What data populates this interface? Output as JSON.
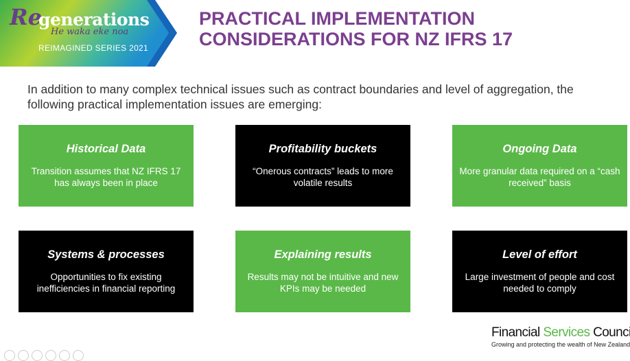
{
  "banner": {
    "logo_re": "Re",
    "logo_rest": "generations",
    "subtitle": "He waka eke noa",
    "series": "REIMAGINED SERIES 2021"
  },
  "title_line1": "PRACTICAL IMPLEMENTATION",
  "title_line2": "CONSIDERATIONS FOR NZ IFRS 17",
  "intro": "In addition to many complex technical issues such as contract boundaries and level of aggregation, the following practical implementation issues are emerging:",
  "cards": [
    {
      "title": "Historical Data",
      "text": "Transition assumes that NZ IFRS 17 has always been in place"
    },
    {
      "title": "Profitability buckets",
      "text": "“Onerous contracts” leads to more volatile results"
    },
    {
      "title": "Ongoing Data",
      "text": "More granular data required on a “cash received” basis"
    },
    {
      "title": "Systems & processes",
      "text": "Opportunities to fix existing inefficiencies in financial reporting"
    },
    {
      "title": "Explaining results",
      "text": "Results may not be intuitive and new KPIs may be needed"
    },
    {
      "title": "Level of effort",
      "text": "Large investment of people and cost needed to comply"
    }
  ],
  "footer": {
    "fsc_1": "Financial ",
    "fsc_2": "Services",
    "fsc_3": " Council",
    "fsc_dot": ".",
    "tagline": "Growing and protecting the wealth of New Zealanders"
  },
  "colors": {
    "purple": "#7b3f8f",
    "green": "#5ab848",
    "black": "#000000"
  }
}
